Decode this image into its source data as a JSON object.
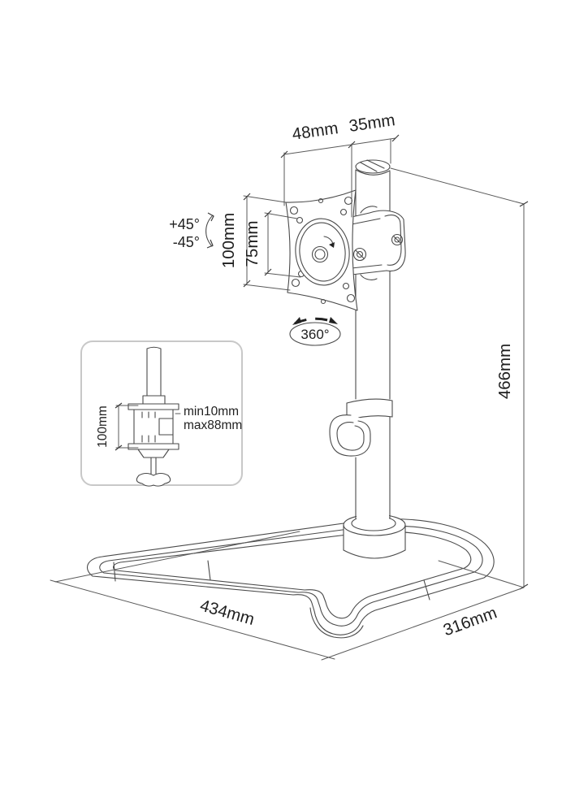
{
  "title": "Monitor desk stand dimension drawing",
  "labels": {
    "arm_depth": "48mm",
    "pole_diameter": "35mm",
    "tilt_up": "+45°",
    "tilt_down": "-45°",
    "vesa_outer": "100mm",
    "vesa_inner": "75mm",
    "rotation": "360°",
    "height": "466mm",
    "base_depth": "434mm",
    "base_width": "316mm"
  },
  "inset": {
    "clamp_height": "100mm",
    "clamp_min": "min10mm",
    "clamp_max": "max88mm"
  },
  "colors": {
    "background": "#ffffff",
    "line_art": "#4a4a4a",
    "dimension_lines": "#5a5a5a",
    "text": "#1f1f1f",
    "inset_border": "#c8c8c8"
  }
}
